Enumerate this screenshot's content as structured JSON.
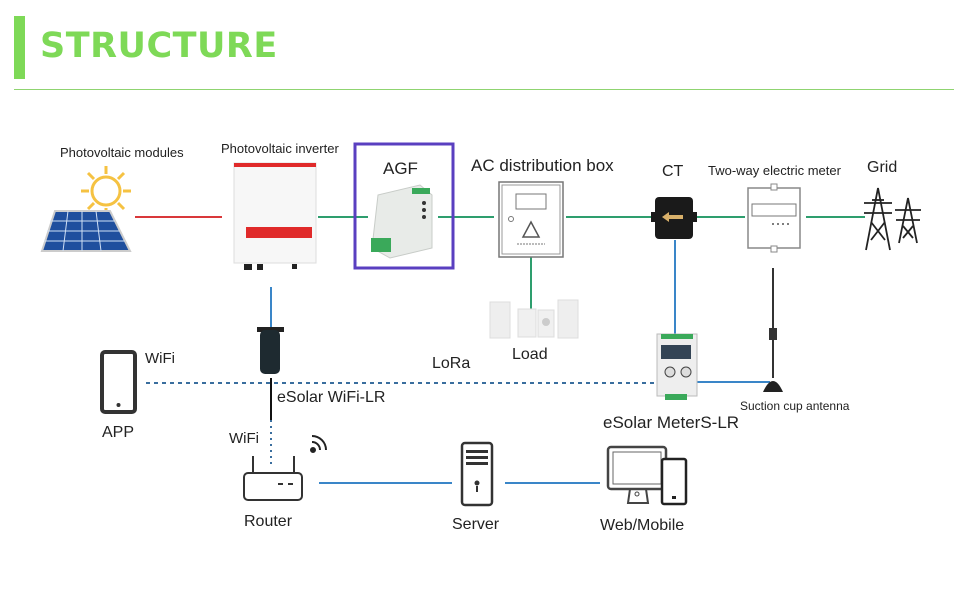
{
  "header": {
    "title": "STRUCTURE",
    "accent_color": "#7ed957"
  },
  "diagram": {
    "nodes": {
      "pv_modules": "Photovoltaic modules",
      "pv_inverter": "Photovoltaic inverter",
      "agf": "AGF",
      "ac_box": "AC distribution box",
      "ct": "CT",
      "meter": "Two-way electric meter",
      "grid": "Grid",
      "load": "Load",
      "app": "APP",
      "wifi_lr": "eSolar WiFi-LR",
      "meters_lr": "eSolar MeterS-LR",
      "antenna": "Suction cup antenna",
      "router": "Router",
      "server": "Server",
      "web_mobile": "Web/Mobile"
    },
    "link_labels": {
      "wifi_app": "WiFi",
      "lora": "LoRa",
      "wifi_router": "WiFi"
    },
    "colors": {
      "dc_line": "#d9383a",
      "ac_line": "#2e9e6e",
      "comm_line": "#3a86c8",
      "highlight_box": "#5a3fc0"
    }
  }
}
